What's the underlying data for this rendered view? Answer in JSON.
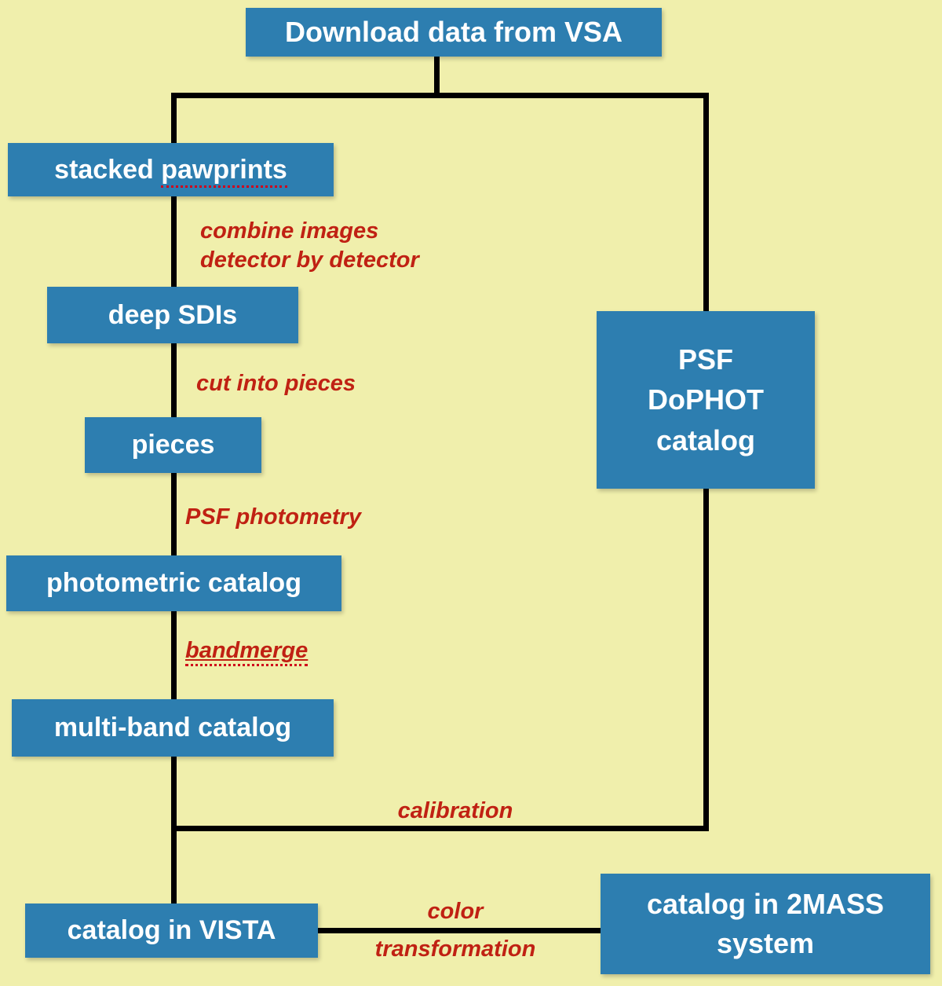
{
  "colors": {
    "background": "#f0efac",
    "box_fill": "#2d7eb0",
    "box_text": "#ffffff",
    "edge_label": "#c02113",
    "connector": "#000000",
    "spellcheck_underline": "#d0021b"
  },
  "nodes": {
    "download": {
      "label": "Download data from VSA"
    },
    "stacked_pawprints": {
      "prefix": "stacked ",
      "flagged_word": "pawprints"
    },
    "deep_sdis": {
      "label": "deep SDIs"
    },
    "pieces": {
      "label": "pieces"
    },
    "photometric_catalog": {
      "label": "photometric catalog"
    },
    "multiband_catalog": {
      "label": "multi-band catalog"
    },
    "catalog_vista": {
      "label": "catalog in VISTA"
    },
    "psf_dophot_catalog": {
      "lines": [
        "PSF",
        "DoPHOT",
        "catalog"
      ]
    },
    "catalog_2mass": {
      "lines": [
        "catalog in 2MASS",
        "system"
      ]
    }
  },
  "edge_labels": {
    "combine": {
      "line1": "combine images",
      "line2": "detector by detector"
    },
    "cut": "cut into pieces",
    "psf_photometry": "PSF photometry",
    "bandmerge": "bandmerge",
    "calibration": "calibration",
    "color_transform_line1": "color",
    "color_transform_line2": "transformation"
  }
}
